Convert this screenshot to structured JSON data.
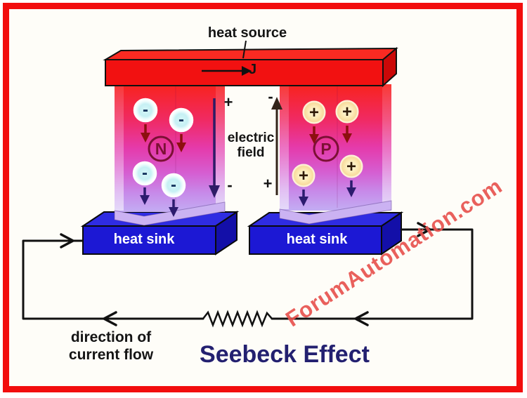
{
  "heat_source": {
    "label": "heat source",
    "current_label": "J"
  },
  "electric_field": {
    "line1": "electric",
    "line2": "field"
  },
  "pillars": {
    "n": {
      "symbol": "N",
      "carrier_sign": "-",
      "top_terminal": "+",
      "bottom_terminal": "-"
    },
    "p": {
      "symbol": "P",
      "carrier_sign": "+",
      "top_terminal": "-",
      "bottom_terminal": "+"
    }
  },
  "heat_sinks": {
    "left_label": "heat sink",
    "right_label": "heat sink"
  },
  "caption": {
    "direction_line1": "direction of",
    "direction_line2": "current flow",
    "title": "Seebeck Effect"
  },
  "watermark": {
    "text": "ForumAutomation.com"
  },
  "colors": {
    "border_red": "#f20d0d",
    "heat_source_red": "#f21111",
    "heat_sink_blue": "#1c18d4",
    "title_navy": "#232070",
    "watermark_red": "#e8534f",
    "pillar_top_red": "#f8231d",
    "pillar_bottom_violet": "#c3adf3",
    "electron_fill": "#c6f0f4",
    "hole_fill": "#fdedba",
    "np_maroon": "#7c1034",
    "field_arrow_navy": "#2e1c66"
  }
}
